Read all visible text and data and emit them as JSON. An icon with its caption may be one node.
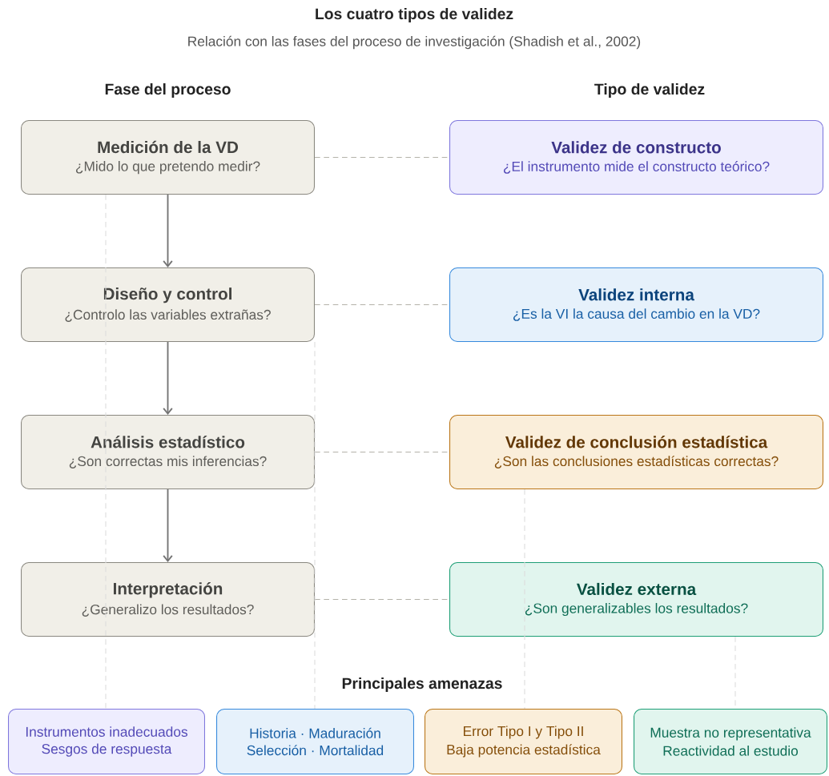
{
  "diagram": {
    "title": "Los cuatro tipos de validez",
    "nodes": [
      {
        "text": [
          "Medición de la VD",
          "¿Mido lo que pretendo medir?"
        ]
      },
      {
        "text": [
          "Validez de constructo",
          "¿El instrumento mide el constructo teórico?"
        ]
      },
      {
        "text": [
          "Diseño y control",
          "¿Controlo las variables extrañas?"
        ]
      },
      {
        "text": [
          "Validez interna",
          "¿Es la VI la causa del cambio en la VD?"
        ]
      },
      {
        "text": [
          "Análisis estadístico",
          "¿Son correctas mis inferencias?"
        ]
      },
      {
        "text": [
          "Validez de conclusión estadística",
          "¿Son las conclusiones estadísticas correctas?"
        ]
      },
      {
        "text": [
          "Interpretación",
          "¿Generalizo los resultados?"
        ]
      },
      {
        "text": [
          "Validez externa",
          "¿Son generalizables los resultados?"
        ]
      },
      {
        "text": [
          "Instrumentos inadecuados",
          "Sesgos de respuesta"
        ]
      },
      {
        "text": [
          "Historia · Maduración",
          "Selección · Mortalidad"
        ]
      },
      {
        "text": [
          "Error Tipo I y Tipo II",
          "Baja potencia estadística"
        ]
      },
      {
        "text": [
          "Muestra no representativa",
          "Reactividad al estudio"
        ]
      }
    ],
    "edges": [
      {
        "from": 0,
        "to": 2,
        "arrow": "to"
      },
      {
        "from": 2,
        "to": 4,
        "arrow": "to"
      },
      {
        "from": 4,
        "to": 6,
        "arrow": "to"
      },
      {
        "from": 0,
        "to": 1,
        "arrow": "none",
        "style": "dashed",
        "color": "#b4b2a9"
      },
      {
        "from": 2,
        "to": 3,
        "arrow": "none",
        "style": "dashed",
        "color": "#b4b2a9"
      },
      {
        "from": 4,
        "to": 5,
        "arrow": "none",
        "style": "dashed",
        "color": "#b4b2a9"
      },
      {
        "from": 6,
        "to": 7,
        "arrow": "none",
        "style": "dashed",
        "color": "#b4b2a9"
      },
      {
        "from": 0,
        "to": 8,
        "arrow": "none",
        "style": "dashed",
        "color": "#dcdcdc"
      },
      {
        "from": 2,
        "to": 9,
        "arrow": "none",
        "style": "dashed",
        "color": "#dcdcdc"
      },
      {
        "from": 5,
        "to": 10,
        "arrow": "none",
        "style": "dashed",
        "color": "#dcdcdc"
      },
      {
        "from": 7,
        "to": 11,
        "arrow": "none",
        "style": "dashed",
        "color": "#dcdcdc"
      }
    ],
    "labels": [
      "Relación con las fases del proceso de investigación (Shadish et al., 2002)",
      "Fase del proceso",
      "Tipo de validez",
      "Principales amenazas"
    ]
  }
}
